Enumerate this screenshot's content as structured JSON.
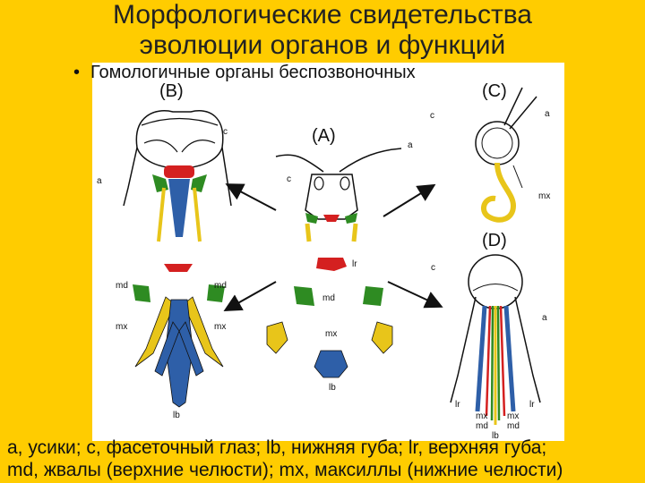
{
  "title": {
    "line1": "Морфологические свидетельства",
    "line2": "эволюции органов и функций"
  },
  "bullet": {
    "marker": "•",
    "text": "Гомологичные органы беспозвоночных"
  },
  "figure": {
    "panels": {
      "A": "(A)",
      "B": "(B)",
      "C": "(C)",
      "D": "(D)"
    },
    "labels": {
      "a": "a",
      "c": "c",
      "lr": "lr",
      "md": "md",
      "mx": "mx",
      "lb": "lb"
    },
    "colors": {
      "labrum": "#D42020",
      "mandible": "#2E8B22",
      "maxilla": "#E8C51A",
      "labium": "#2E5FA8",
      "background": "#FFCC00"
    }
  },
  "caption": {
    "line1": "a, усики; c, фасеточный глаз; lb, нижняя губа; lr, верхняя губа;",
    "line2": "md, жвалы (верхние челюсти); mx, максиллы (нижние челюсти)"
  }
}
